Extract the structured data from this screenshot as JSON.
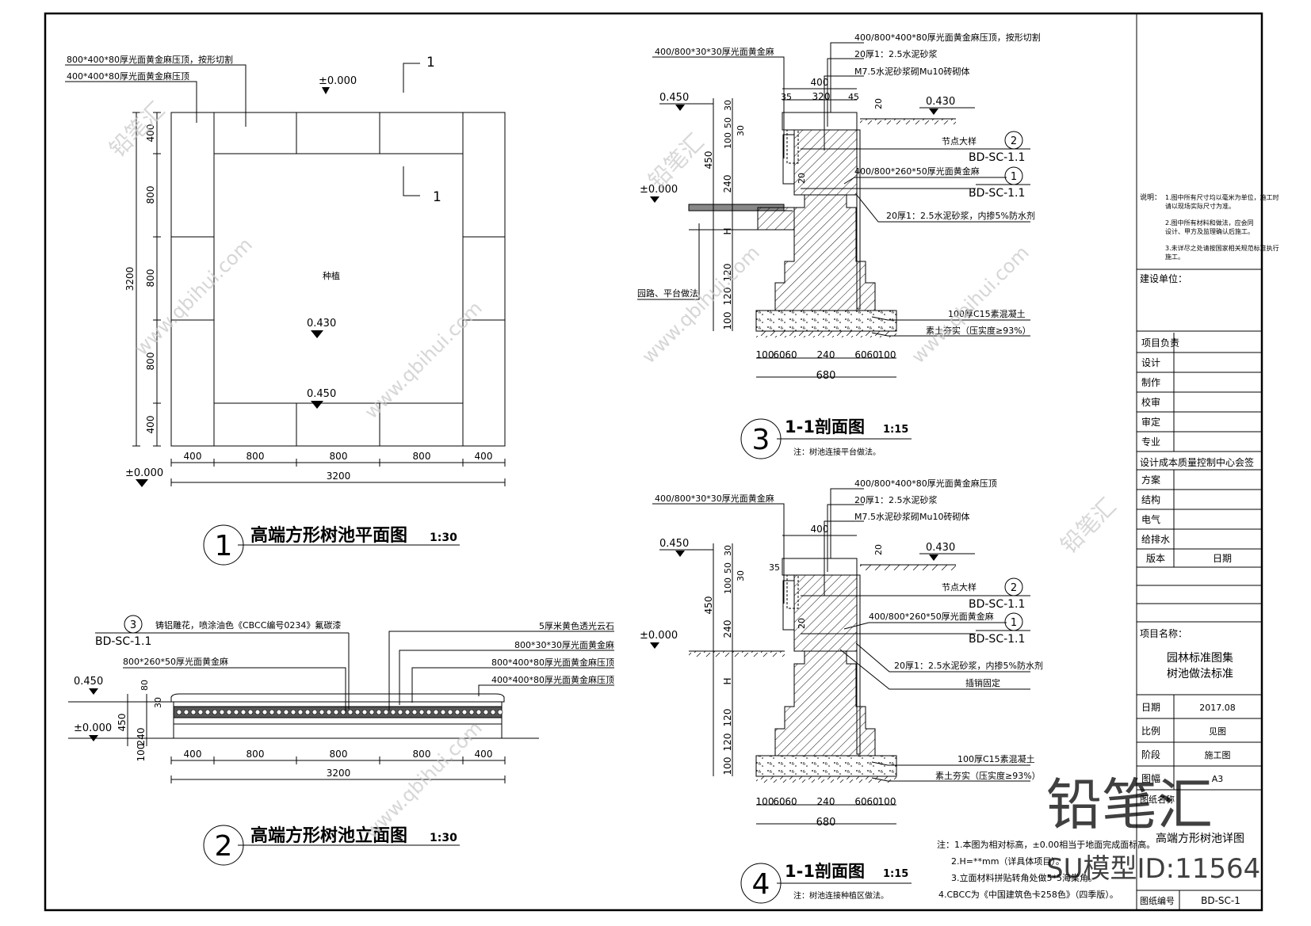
{
  "plan": {
    "leader_top1": "800*400*80厚光面黄金麻压顶，按形切割",
    "leader_top2": "400*400*80厚光面黄金麻压顶",
    "elev_top": "±0.000",
    "elev_center": "0.430",
    "elev_bottom": "0.450",
    "elev_corner": "±0.000",
    "center_label": "种植",
    "section_mark_1": "1",
    "section_mark_2": "1",
    "dims_side": [
      "400",
      "800",
      "800",
      "800",
      "400"
    ],
    "dim_total_side": "3200",
    "dims_bottom": [
      "400",
      "800",
      "800",
      "800",
      "400"
    ],
    "dim_total_bottom": "3200",
    "title_num": "1",
    "title": "高端方形树池平面图",
    "scale": "1:30"
  },
  "elevation": {
    "ref_num": "3",
    "ref_code": "BD-SC-1.1",
    "note_top": "铸铝雕花，喷涂油色《CBCC编号0234》氟碳漆",
    "leader_a": "5厚米黄色透光云石",
    "leader_b": "800*30*30厚光面黄金麻",
    "leader_c": "800*400*80厚光面黄金麻压顶",
    "leader_d": "400*400*80厚光面黄金麻压顶",
    "leader_e": "800*260*50厚光面黄金麻",
    "elev_top": "0.450",
    "elev_base": "±0.000",
    "dims_v": [
      "80",
      "30",
      "450",
      "240",
      "100"
    ],
    "dims_bottom": [
      "400",
      "800",
      "800",
      "800",
      "400"
    ],
    "dim_total": "3200",
    "title_num": "2",
    "title": "高端方形树池立面图",
    "scale": "1:30"
  },
  "section_a": {
    "leader_1": "400/800*400*80厚光面黄金麻压顶，按形切割",
    "leader_2": "20厚1：2.5水泥砂浆",
    "leader_3": "M7.5水泥砂浆砌Mu10砖砌体",
    "leader_left": "400/800*30*30厚光面黄金麻",
    "leader_4": "400/800*260*50厚光面黄金麻",
    "leader_5": "20厚1：2.5水泥砂浆，内掺5%防水剂",
    "leader_6": "100厚C15素混凝土",
    "leader_7": "素土夯实（压实度≥93%）",
    "leader_path": "园路、平台做法",
    "node_label": "节点大样",
    "ref_top_num": "2",
    "ref_top_code": "BD-SC-1.1",
    "ref_bot_num": "1",
    "ref_bot_code": "BD-SC-1.1",
    "elev_left": "0.450",
    "elev_right": "0.430",
    "elev_base": "±0.000",
    "dims_top": [
      "400",
      "35",
      "320",
      "45",
      "20"
    ],
    "dims_v": [
      "30",
      "50",
      "100",
      "30",
      "450",
      "240",
      "20",
      "H",
      "120",
      "120",
      "100"
    ],
    "dims_bottom": [
      "100",
      "60",
      "60",
      "240",
      "60",
      "60",
      "100"
    ],
    "dim_total": "680",
    "title_num": "3",
    "title": "1-1剖面图",
    "scale": "1:15",
    "note": "注：树池连接平台做法。"
  },
  "section_b": {
    "leader_1": "400/800*400*80厚光面黄金麻压顶",
    "leader_2": "20厚1：2.5水泥砂浆",
    "leader_3": "M7.5水泥砂浆砌Mu10砖砌体",
    "leader_left": "400/800*30*30厚光面黄金麻",
    "leader_4": "400/800*260*50厚光面黄金麻",
    "leader_5": "20厚1：2.5水泥砂浆，内掺5%防水剂",
    "leader_anchor": "插销固定",
    "leader_6": "100厚C15素混凝土",
    "leader_7": "素土夯实（压实度≥93%）",
    "node_label": "节点大样",
    "ref_top_num": "2",
    "ref_top_code": "BD-SC-1.1",
    "ref_bot_num": "1",
    "ref_bot_code": "BD-SC-1.1",
    "elev_left": "0.450",
    "elev_right": "0.430",
    "elev_base": "±0.000",
    "dims_top": [
      "400",
      "35",
      "20"
    ],
    "dims_v": [
      "30",
      "50",
      "100",
      "30",
      "450",
      "240",
      "20",
      "H",
      "120",
      "120",
      "100"
    ],
    "dims_bottom": [
      "100",
      "60",
      "60",
      "240",
      "60",
      "60",
      "100"
    ],
    "dim_total": "680",
    "title_num": "4",
    "title": "1-1剖面图",
    "scale": "1:15",
    "note": "注：树池连接种植区做法。"
  },
  "notes": {
    "line1": "注：1.本图为相对标高，±0.00相当于地面完成面标高。",
    "line2": "2.H=**mm（详具体项目）。",
    "line3": "3.立面材料拼贴转角处做5*5海棠角。",
    "line4": "4.CBCC为《中国建筑色卡258色》（四季版）。"
  },
  "title_block": {
    "notes_label": "说明：",
    "note1": "1.图中所有尺寸均以毫米为单位，施工时",
    "note1b": "请以现场实际尺寸为准。",
    "note2": "2.图中所有材料和做法，应会同",
    "note2b": "设计、甲方及监理确认后施工。",
    "note3": "3.未详尽之处请按国家相关规范标准执行",
    "note3b": "施工。",
    "client_label": "建设单位：",
    "rows_top": [
      "项目负责",
      "设计",
      "制作",
      "校审",
      "审定",
      "专业"
    ],
    "dept": "设计成本质量控制中心会签",
    "rows_mid": [
      "方案",
      "结构",
      "电气",
      "给排水"
    ],
    "version_label": "版本",
    "date_header": "日期",
    "project_label": "项目名称：",
    "project_1": "园林标准图集",
    "project_2": "树池做法标准",
    "info": [
      {
        "k": "日期",
        "v": "2017.08"
      },
      {
        "k": "比例",
        "v": "见图"
      },
      {
        "k": "阶段",
        "v": "施工图"
      },
      {
        "k": "图幅",
        "v": "A3"
      }
    ],
    "drawing_name_label": "图纸名称",
    "drawing_name": "高端方形树池详图",
    "drawing_no_label": "图纸编号",
    "drawing_no": "BD-SC-1"
  },
  "watermark": {
    "brand": "铅笔汇",
    "site": "www.qbihui.com",
    "id": "SU模型ID:11564"
  }
}
